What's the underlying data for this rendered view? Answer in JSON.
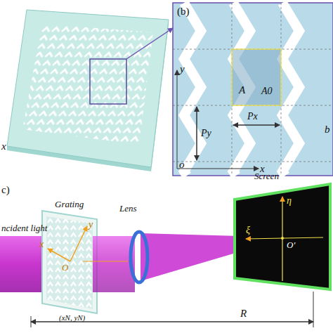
{
  "diagram": {
    "labels": [
      "x",
      "(b)",
      "A",
      "A0",
      "y",
      "Py",
      "Px",
      "o",
      "x",
      "b",
      "c)",
      "Grating",
      "Lens",
      "Screen",
      "ncident light",
      "y",
      "x",
      "O",
      "(xN, yN)",
      "η",
      "ξ",
      "O'",
      "R"
    ]
  }
}
